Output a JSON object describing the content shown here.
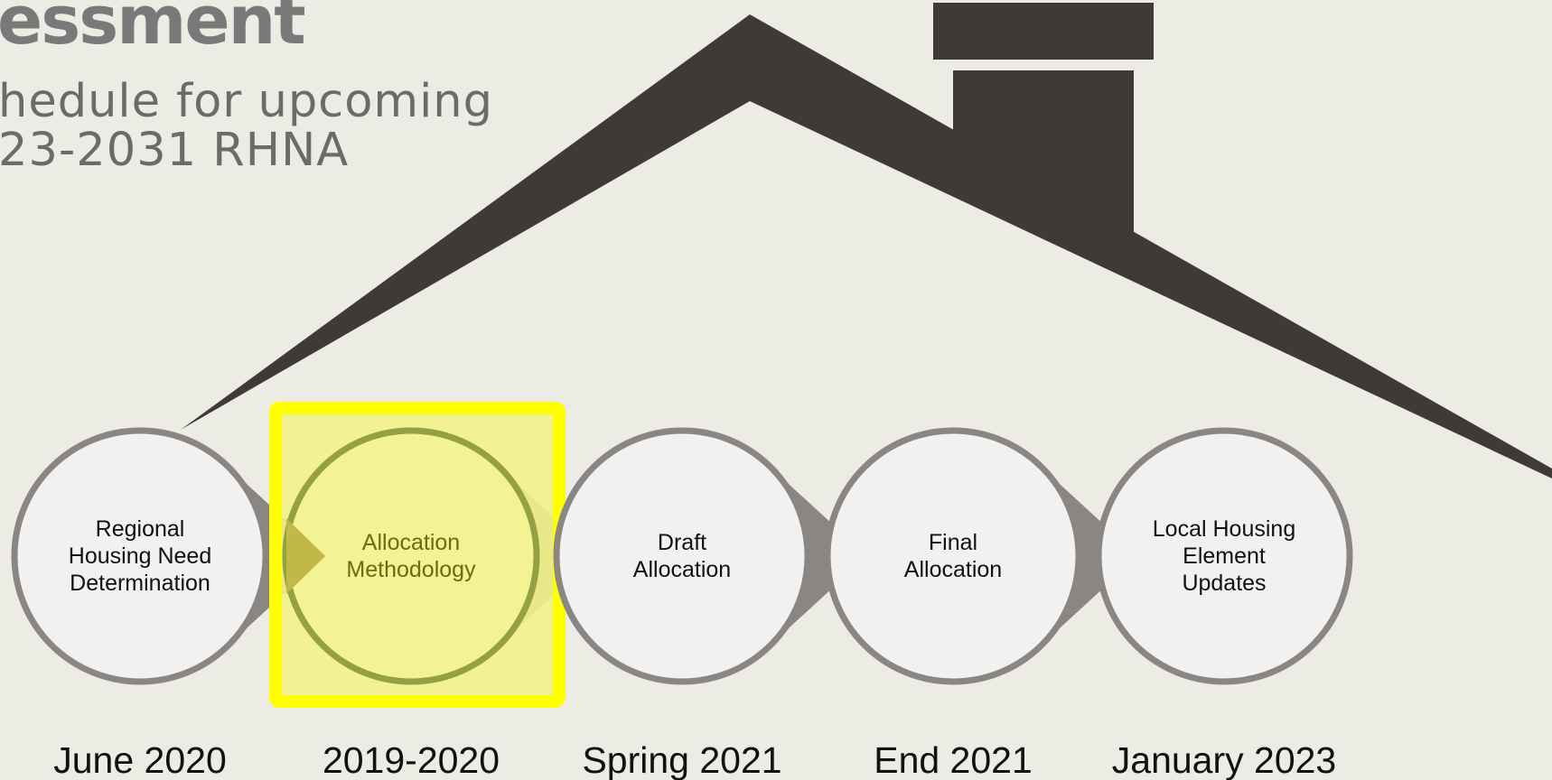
{
  "header": {
    "title": "essment",
    "subtitle_line1": "hedule for upcoming",
    "subtitle_line2": "23-2031 RHNA"
  },
  "steps": [
    {
      "lines": [
        "Regional",
        "Housing Need",
        "Determination"
      ],
      "date": "June 2020",
      "highlighted": false
    },
    {
      "lines": [
        "Allocation",
        "Methodology"
      ],
      "date": "2019-2020",
      "highlighted": true
    },
    {
      "lines": [
        "Draft",
        "Allocation"
      ],
      "date": "Spring 2021",
      "highlighted": false
    },
    {
      "lines": [
        "Final",
        "Allocation"
      ],
      "date": "End 2021",
      "highlighted": false
    },
    {
      "lines": [
        "Local Housing",
        "Element",
        "Updates"
      ],
      "date": "January 2023",
      "highlighted": false
    }
  ],
  "colors": {
    "background": "#ecebe4",
    "roof": "#3f3a35",
    "circle_border": "#8b8682",
    "circle_fill": "#f2f1f1",
    "highlight_border": "#ffff00",
    "highlight_fill": "#f3f38a",
    "highlight_text": "#6e6b10",
    "arrow_teal": "#4a6a74"
  }
}
